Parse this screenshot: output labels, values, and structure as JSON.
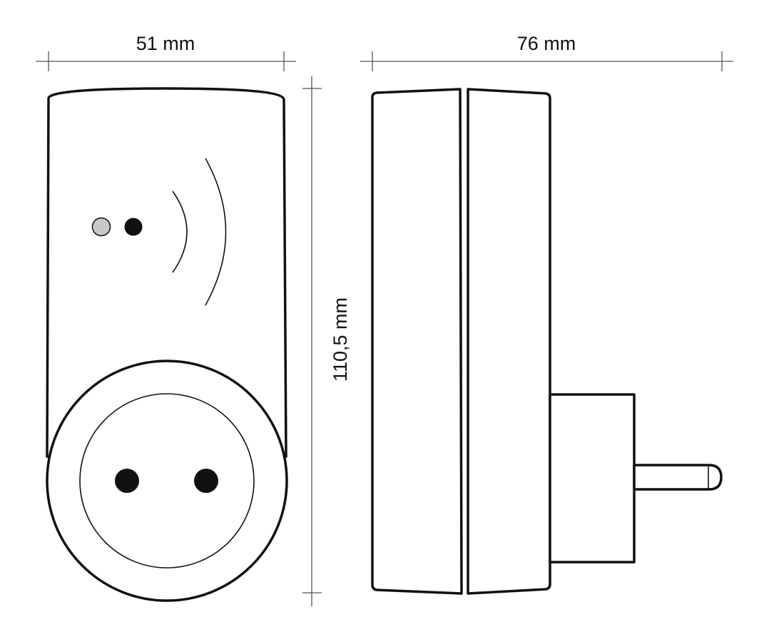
{
  "dimensions": {
    "width_label": "51 mm",
    "depth_label": "76 mm",
    "height_label": "110,5 mm"
  },
  "colors": {
    "line": "#111111",
    "dimension_line": "#555555",
    "led_indicator": "#c8c8c8",
    "button": "#111111"
  },
  "icons": {
    "wireless_signal": "wireless-signal-icon"
  }
}
